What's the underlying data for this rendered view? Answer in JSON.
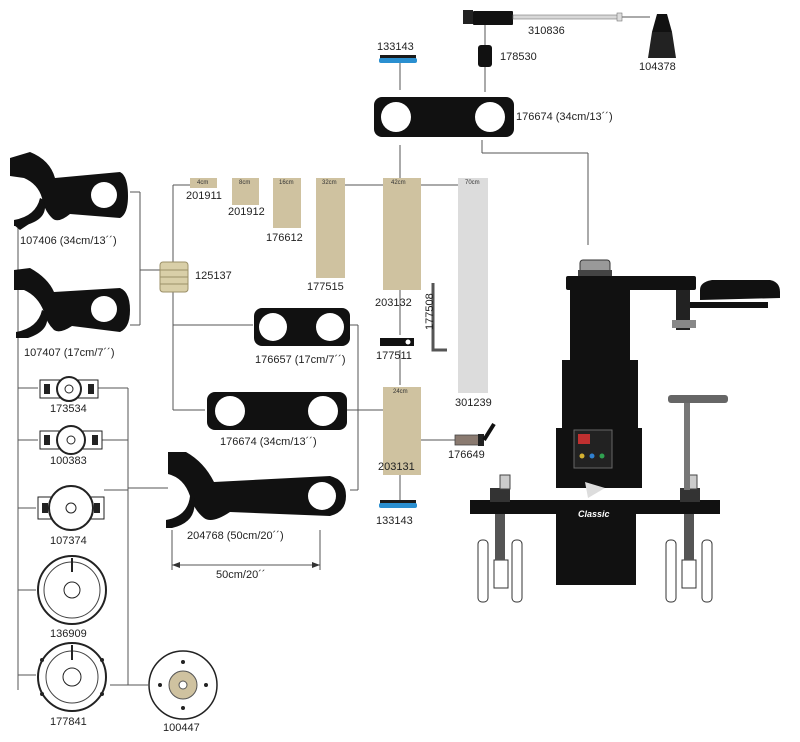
{
  "parts": {
    "p310836": "310836",
    "p104378": "104378",
    "p133143_top": "133143",
    "p178530": "178530",
    "p176674_top": "176674 (34cm/13´´)",
    "p107406": "107406 (34cm/13´´)",
    "p107407": "107407 (17cm/7´´)",
    "p125137": "125137",
    "p201911": "201911",
    "p201912": "201912",
    "p176612": "176612",
    "p177515": "177515",
    "p203132": "203132",
    "p177508": "177508",
    "p177511": "177511",
    "p301239": "301239",
    "p176657": "176657 (17cm/7´´)",
    "p176674_mid": "176674 (34cm/13´´)",
    "p203131": "203131",
    "p176649": "176649",
    "p133143_bot": "133143",
    "p173534": "173534",
    "p100383": "100383",
    "p107374": "107374",
    "p204768": "204768 (50cm/20´´)",
    "p136909": "136909",
    "p177841": "177841",
    "p100447": "100447"
  },
  "dimension": "50cm/20´´",
  "segment_sizes": {
    "s4": "4cm",
    "s8": "8cm",
    "s16": "16cm",
    "s32": "32cm",
    "s42": "42cm",
    "s70": "70cm",
    "s24": "24cm"
  },
  "brand": "Classic",
  "colors": {
    "part_black": "#111111",
    "tube_tan": "#cfc2a0",
    "tube_gray": "#dcdcdc",
    "pad_blue": "#2a8fd0",
    "leader_line": "#555555"
  }
}
